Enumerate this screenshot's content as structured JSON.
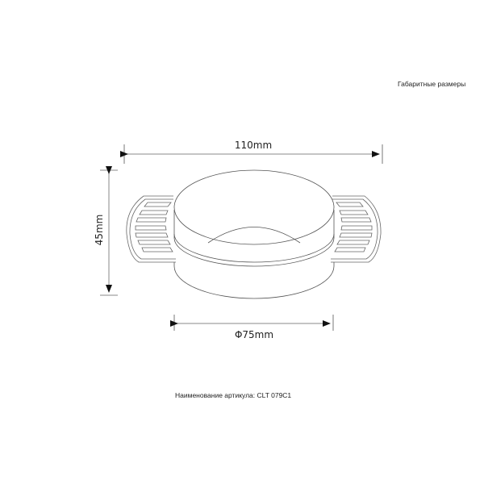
{
  "header": {
    "title": "Габаритные размеры"
  },
  "dimensions": {
    "width_label": "110mm",
    "height_label": "45mm",
    "diameter_label": "Φ75mm"
  },
  "footer": {
    "article_label": "Наименование артикула: CLT 079C1"
  },
  "colors": {
    "line": "#555555",
    "text": "#222222",
    "background": "#ffffff"
  }
}
